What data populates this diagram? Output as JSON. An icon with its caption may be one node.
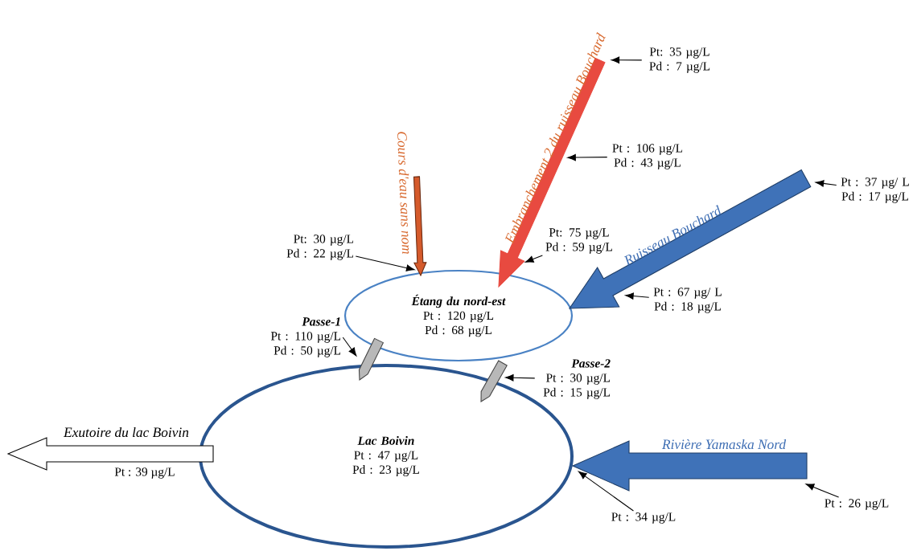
{
  "diagram": {
    "nodes": [
      {
        "text": [
          "Étang du nord-est",
          "Pt : 120 µg/L Pd : 68 µg/L"
        ]
      },
      {
        "text": [
          "Lac Boivin",
          "Pt : 47 µg/L Pd : 23 µg/L"
        ]
      },
      {
        "text": [
          "Cours d'eau sans nom"
        ]
      },
      {
        "text": [
          "Embranchement 2 du ruisseau Bouchard"
        ]
      },
      {
        "text": [
          "Ruisseau Bouchard"
        ]
      },
      {
        "text": [
          "Rivière Yamaska Nord"
        ]
      },
      {
        "text": [
          "Exutoire du lac Boivin"
        ],
        "beside": [
          "Pt : 39 µg/L"
        ]
      },
      {
        "text": [],
        "shape": "arrow"
      },
      {
        "text": [],
        "shape": "arrow"
      },
      {
        "text": [
          "Pt: 30 µg/L Pd : 22 µg/L"
        ]
      },
      {
        "text": [
          "Pt: 35 µg/L Pd : 7 µg/L"
        ]
      },
      {
        "text": [
          "Pt : 106 µg/L Pd : 43 µg/L"
        ]
      },
      {
        "text": [
          "Pt: 75 µg/L Pd : 59 µg/L"
        ]
      },
      {
        "text": [
          "Pt : 37 µg/ L Pd : 17 µg/L"
        ]
      },
      {
        "text": [
          "Pt : 67 µg/ L Pd : 18 µg/L"
        ]
      },
      {
        "text": [
          "Passe-1",
          "Pt : 110 µg/L Pd : 50 µg/L"
        ]
      },
      {
        "text": [
          "Passe-2",
          "Pt : 30 µg/L Pd : 15 µg/L"
        ]
      },
      {
        "text": [
          "Pt : 26 µg/L"
        ]
      },
      {
        "text": [
          "Pt : 34 µg/L"
        ]
      }
    ],
    "edges": [
      {
        "from": 9,
        "to": 2,
        "arrow": "to"
      },
      {
        "from": 10,
        "to": 3,
        "arrow": "to"
      },
      {
        "from": 11,
        "to": 3,
        "arrow": "to"
      },
      {
        "from": 12,
        "to": 3,
        "arrow": "to"
      },
      {
        "from": 13,
        "to": 4,
        "arrow": "to"
      },
      {
        "from": 14,
        "to": 4,
        "arrow": "to"
      },
      {
        "from": 15,
        "to": 7,
        "arrow": "to"
      },
      {
        "from": 16,
        "to": 8,
        "arrow": "to"
      },
      {
        "from": 17,
        "to": 5,
        "arrow": "to"
      },
      {
        "from": 18,
        "to": 5,
        "arrow": "to"
      }
    ]
  }
}
